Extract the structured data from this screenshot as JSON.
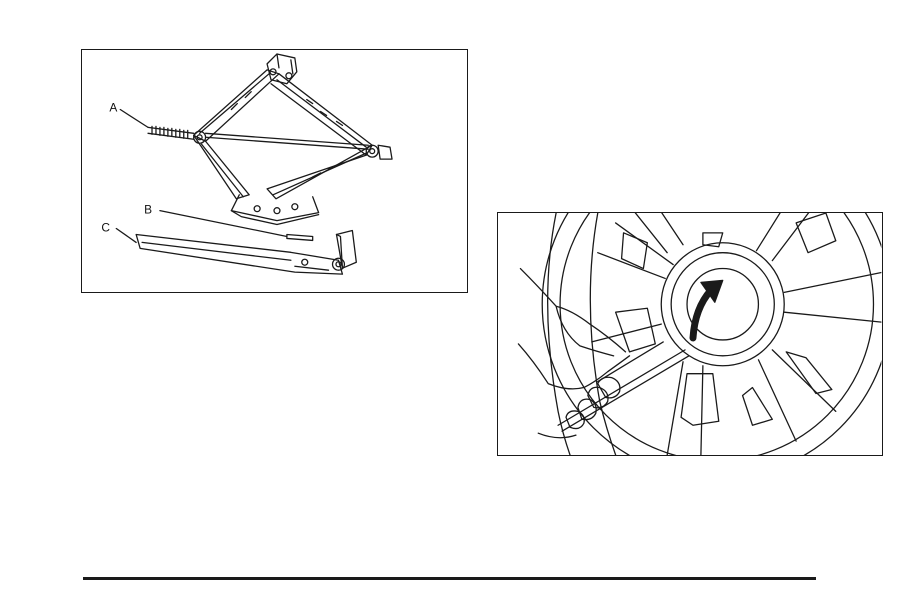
{
  "figures": {
    "jack": {
      "callouts": {
        "a": "A",
        "b": "B",
        "c": "C"
      }
    },
    "wheel": {}
  },
  "colors": {
    "line": "#1a1a1a",
    "background": "#ffffff"
  }
}
